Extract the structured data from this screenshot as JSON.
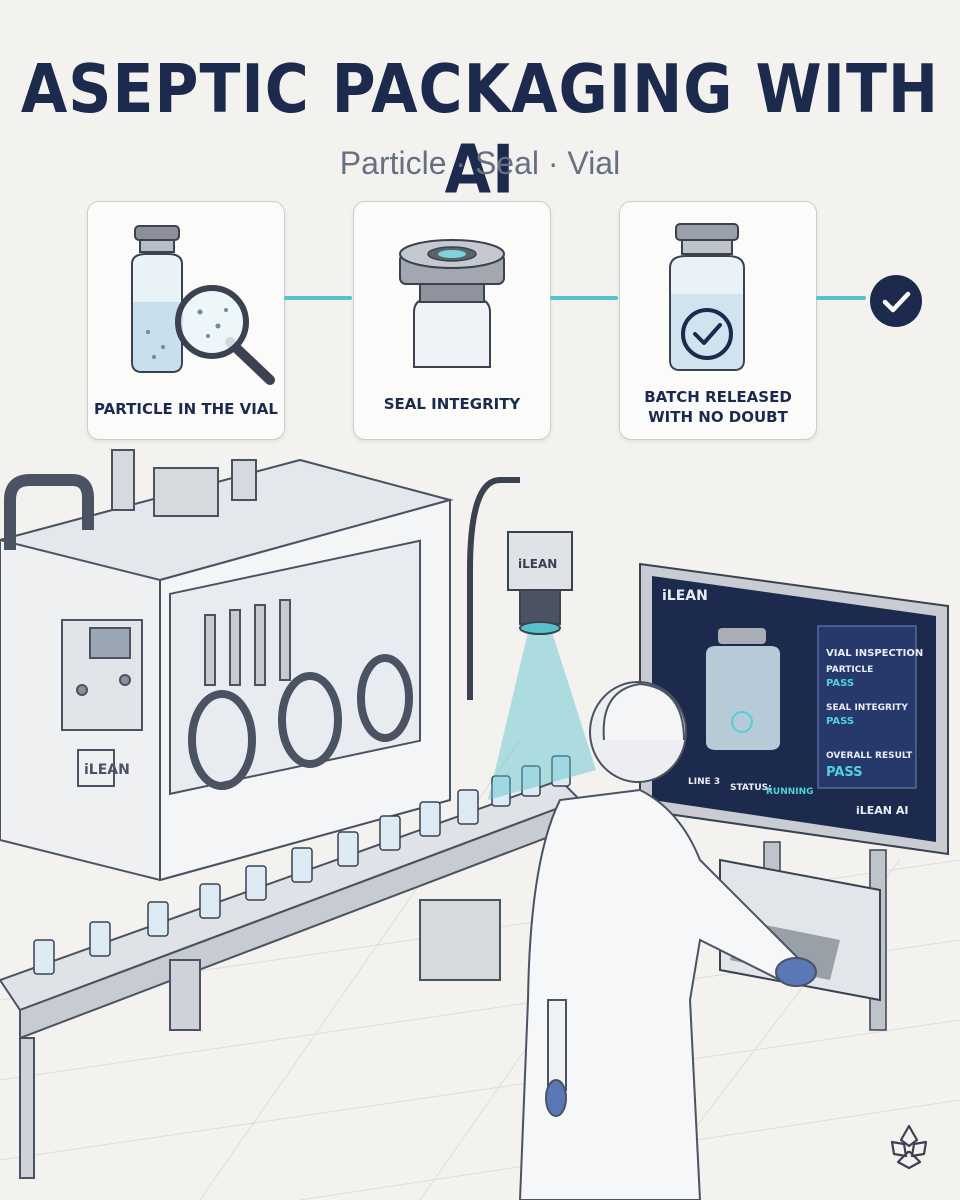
{
  "header": {
    "title": "ASEPTIC PACKAGING WITH AI",
    "subtitle": "Particle · Seal · Vial"
  },
  "steps": [
    {
      "label": "PARTICLE IN THE VIAL"
    },
    {
      "label": "SEAL INTEGRITY"
    },
    {
      "label_line1": "BATCH RELEASED",
      "label_line2": "WITH NO DOUBT"
    }
  ],
  "machine": {
    "brand_label": "iLEAN",
    "camera_label": "iLEAN"
  },
  "monitor": {
    "brand": "iLEAN",
    "panel_title": "VIAL INSPECTION",
    "checks": [
      {
        "name": "PARTICLE",
        "result": "PASS"
      },
      {
        "name": "SEAL INTEGRITY",
        "result": "PASS"
      }
    ],
    "overall_label": "OVERALL RESULT",
    "overall_result": "PASS",
    "line_label": "LINE 3",
    "status_label": "STATUS:",
    "status_value": "RUNNING",
    "footer_brand": "iLEAN AI"
  },
  "colors": {
    "navy": "#1c2b4d",
    "accent_teal": "#57c2cc",
    "background": "#f3f2ee",
    "pass_teal": "#4fd1d9"
  }
}
